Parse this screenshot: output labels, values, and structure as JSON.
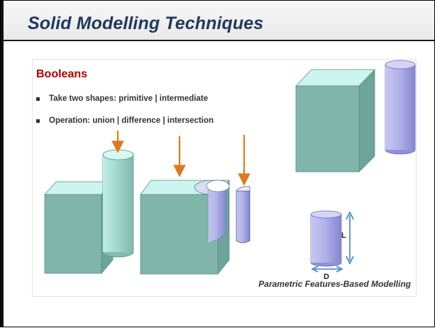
{
  "title": "Solid Modelling Techniques",
  "section": {
    "heading": "Booleans",
    "bullets": [
      "Take two shapes: primitive | intermediate",
      "Operation: union | difference | intersection"
    ]
  },
  "dimensions": {
    "length_label": "L",
    "diameter_label": "D"
  },
  "caption": "Parametric Features-Based Modelling",
  "colors": {
    "title": "#1f3a5f",
    "heading": "#b30000",
    "arrow": "#e07a1f",
    "box_front": "#7fb5aa",
    "box_top": "#cdf5f0",
    "cylinder": "#a9a9e6",
    "dimension": "#3a7fd0"
  }
}
